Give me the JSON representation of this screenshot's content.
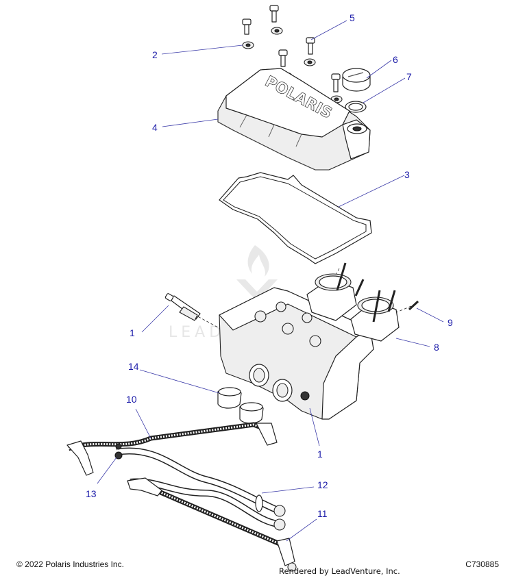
{
  "footer": {
    "copyright": "© 2022 Polaris Industries Inc.",
    "figure_id": "C730885",
    "rendered_by": "Rendered by LeadVenture, Inc."
  },
  "watermark": {
    "brand": "LEADVENTURE"
  },
  "cover_logo_text": "POLARIS",
  "callouts": [
    {
      "id": "1a",
      "label": "1"
    },
    {
      "id": "1b",
      "label": "1"
    },
    {
      "id": "2",
      "label": "2"
    },
    {
      "id": "3",
      "label": "3"
    },
    {
      "id": "4",
      "label": "4"
    },
    {
      "id": "5",
      "label": "5"
    },
    {
      "id": "6",
      "label": "6"
    },
    {
      "id": "7",
      "label": "7"
    },
    {
      "id": "8",
      "label": "8"
    },
    {
      "id": "9",
      "label": "9"
    },
    {
      "id": "10",
      "label": "10"
    },
    {
      "id": "11",
      "label": "11"
    },
    {
      "id": "12",
      "label": "12"
    },
    {
      "id": "13",
      "label": "13"
    },
    {
      "id": "14",
      "label": "14"
    }
  ],
  "colors": {
    "callout": "#1a1aa8",
    "line": "#222222",
    "watermark": "#e4e4e4"
  }
}
